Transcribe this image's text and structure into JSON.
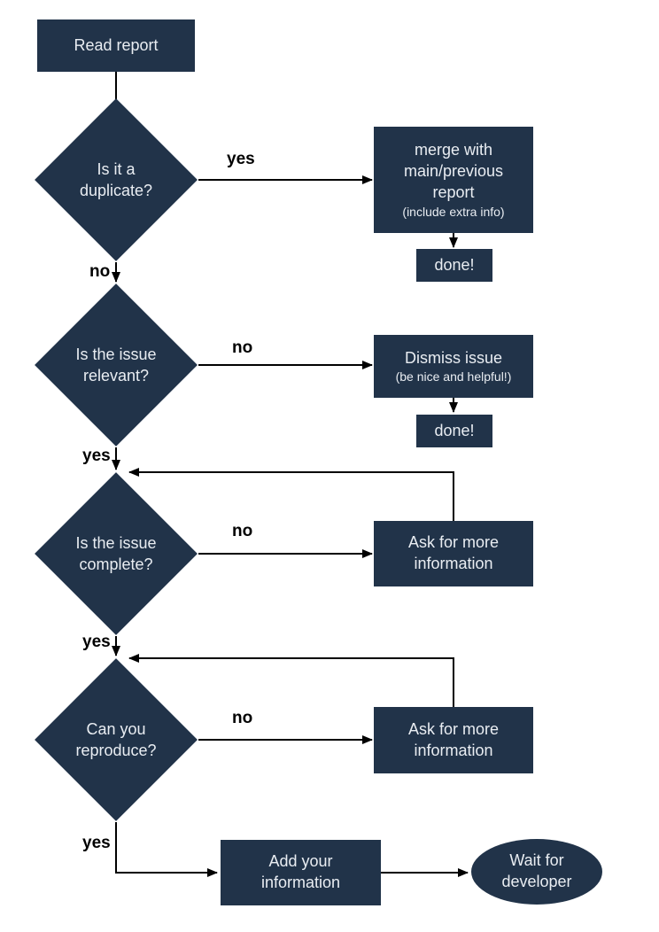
{
  "diagram": {
    "type": "flowchart",
    "subject": "bug-report-triage",
    "colors": {
      "node_fill": "#213349",
      "node_text": "#e9edf2",
      "edge_line": "#000000",
      "edge_label": "#000000",
      "background": "#ffffff"
    },
    "nodes": {
      "read_report": {
        "type": "rect",
        "label": "Read report"
      },
      "is_duplicate": {
        "type": "decision",
        "label": "Is it a duplicate?"
      },
      "merge_report": {
        "type": "rect",
        "label": "merge with main/previous report",
        "sublabel": "(include extra info)"
      },
      "done_1": {
        "type": "rect",
        "label": "done!"
      },
      "is_relevant": {
        "type": "decision",
        "label": "Is the issue relevant?"
      },
      "dismiss_issue": {
        "type": "rect",
        "label": "Dismiss issue",
        "sublabel": "(be nice and helpful!)"
      },
      "done_2": {
        "type": "rect",
        "label": "done!"
      },
      "is_complete": {
        "type": "decision",
        "label": "Is the issue complete?"
      },
      "ask_more_1": {
        "type": "rect",
        "label": "Ask for more information"
      },
      "can_reproduce": {
        "type": "decision",
        "label": "Can you reproduce?"
      },
      "ask_more_2": {
        "type": "rect",
        "label": "Ask for more information"
      },
      "add_information": {
        "type": "rect",
        "label": "Add your information"
      },
      "wait_developer": {
        "type": "terminal",
        "label": "Wait for developer"
      }
    },
    "edges": {
      "duplicate_yes": {
        "from": "is_duplicate",
        "to": "merge_report",
        "label": "yes"
      },
      "duplicate_no": {
        "from": "is_duplicate",
        "to": "is_relevant",
        "label": "no"
      },
      "merge_done": {
        "from": "merge_report",
        "to": "done_1",
        "label": ""
      },
      "relevant_no": {
        "from": "is_relevant",
        "to": "dismiss_issue",
        "label": "no"
      },
      "dismiss_done": {
        "from": "dismiss_issue",
        "to": "done_2",
        "label": ""
      },
      "relevant_yes": {
        "from": "is_relevant",
        "to": "is_complete",
        "label": "yes"
      },
      "complete_no": {
        "from": "is_complete",
        "to": "ask_more_1",
        "label": "no"
      },
      "ask1_loop": {
        "from": "ask_more_1",
        "to": "is_complete",
        "label": ""
      },
      "complete_yes": {
        "from": "is_complete",
        "to": "can_reproduce",
        "label": "yes"
      },
      "reproduce_no": {
        "from": "can_reproduce",
        "to": "ask_more_2",
        "label": "no"
      },
      "ask2_loop": {
        "from": "ask_more_2",
        "to": "can_reproduce",
        "label": ""
      },
      "reproduce_yes": {
        "from": "can_reproduce",
        "to": "add_information",
        "label": "yes"
      },
      "add_wait": {
        "from": "add_information",
        "to": "wait_developer",
        "label": ""
      }
    }
  }
}
